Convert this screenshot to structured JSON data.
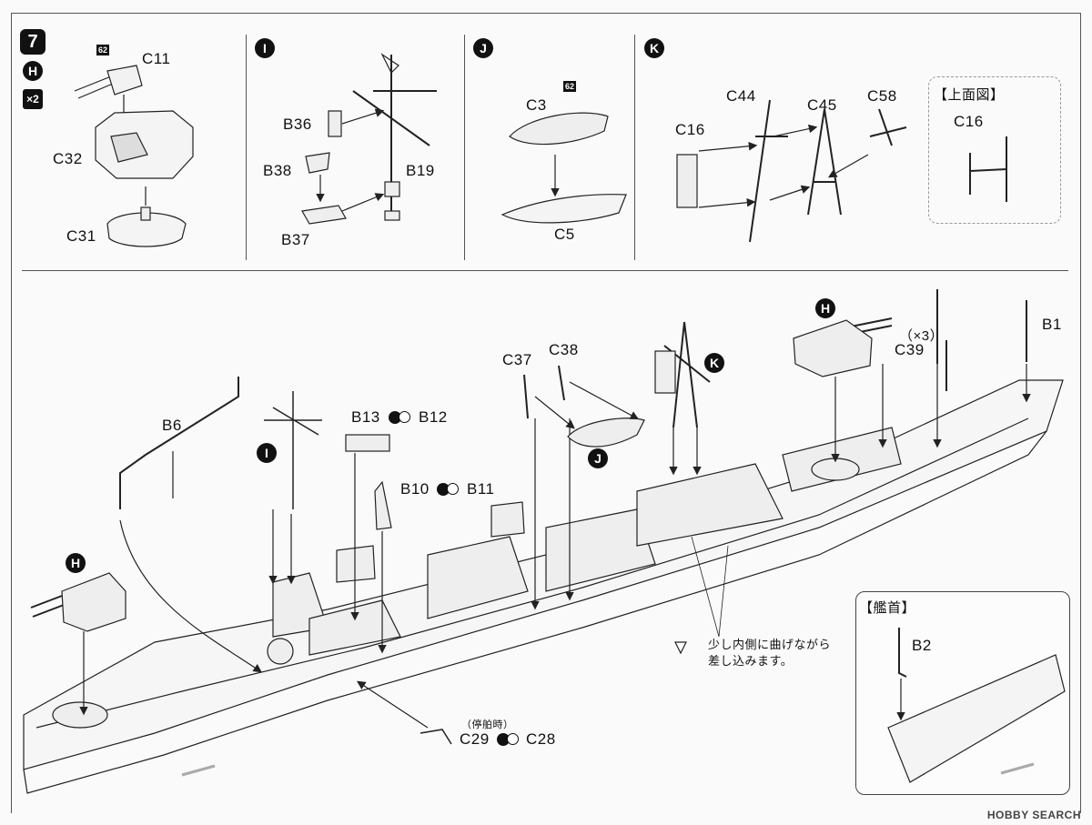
{
  "step": {
    "number": "7",
    "h_mark": "H",
    "multiplier": "×2"
  },
  "panels": {
    "turret": {
      "parts": {
        "c11": "C11",
        "c32": "C32",
        "c31": "C31"
      },
      "badge": "62"
    },
    "I": {
      "mark": "I",
      "parts": {
        "b36": "B36",
        "b38": "B38",
        "b19": "B19",
        "b37": "B37"
      }
    },
    "J": {
      "mark": "J",
      "parts": {
        "c3": "C3",
        "c5": "C5"
      },
      "badge": "62"
    },
    "K": {
      "mark": "K",
      "parts": {
        "c44": "C44",
        "c45": "C45",
        "c58": "C58",
        "c16": "C16"
      },
      "top_view_title": "【上面図】",
      "top_view_part": "C16"
    }
  },
  "main": {
    "b6": "B6",
    "b13": "B13",
    "b12": "B12",
    "b10": "B10",
    "b11": "B11",
    "c37": "C37",
    "c38": "C38",
    "c39": "C39",
    "c39_qty": "（×3）",
    "b1": "B1",
    "c29": "C29",
    "c28": "C28",
    "c29_note": "（停舶時）",
    "i_mark": "I",
    "j_mark": "J",
    "k_mark": "K",
    "h_mark_left": "H",
    "h_mark_right": "H",
    "caution": "少し内側に曲げながら差し込みます。"
  },
  "bow_inset": {
    "title": "【艦首】",
    "part": "B2"
  },
  "watermark": "HOBBY SEARCH",
  "colors": {
    "line": "#222222",
    "accent": "#111111",
    "hull_fill": "#f4f4f4"
  }
}
